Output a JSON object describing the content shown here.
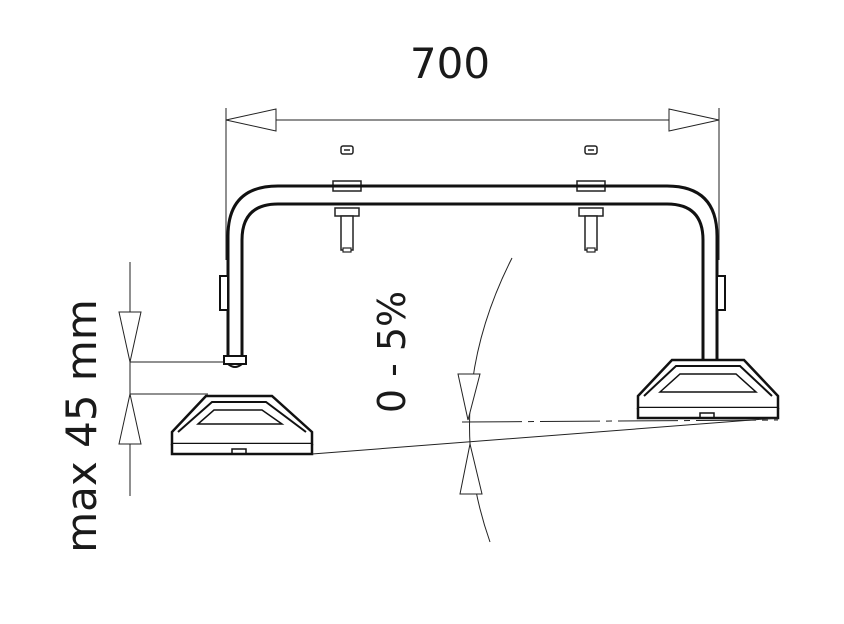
{
  "dimensions": {
    "width_label": "700",
    "slope_label": "0 - 5%",
    "height_label": "max 45 mm"
  }
}
